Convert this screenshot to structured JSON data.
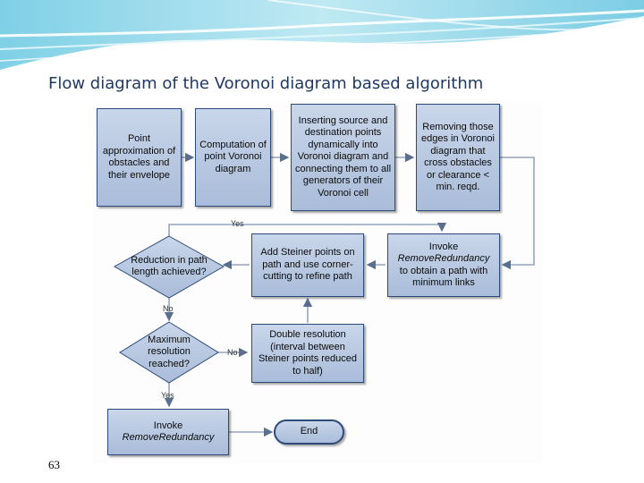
{
  "slide": {
    "title": "Flow diagram of the Voronoi diagram based algorithm",
    "page_number": "63"
  },
  "flow": {
    "point_approx": "Point approximation of obstacles and their envelope",
    "computation": "Computation of point Voronoi diagram",
    "inserting": "Inserting source and destination points dynamically into Voronoi diagram and connecting them to all generators of their Voronoi cell",
    "removing": "Removing those edges in Voronoi diagram that cross obstacles or clearance < min. reqd.",
    "invoke_top_prefix": "Invoke",
    "invoke_top_name": "RemoveRedundancy",
    "invoke_top_suffix": "to obtain a path with minimum links",
    "add_steiner": "Add Steiner points on path and use corner-cutting to refine path",
    "reduction": "Reduction in path length achieved?",
    "maximum": "Maximum resolution reached?",
    "double_res": "Double resolution (interval between Steiner points reduced to half)",
    "invoke_bottom_prefix": "Invoke",
    "invoke_bottom_name": "RemoveRedundancy",
    "end": "End",
    "label_yes_top": "Yes",
    "label_no_reduction": "No",
    "label_no_maximum": "No",
    "label_yes_bottom": "Yes"
  }
}
